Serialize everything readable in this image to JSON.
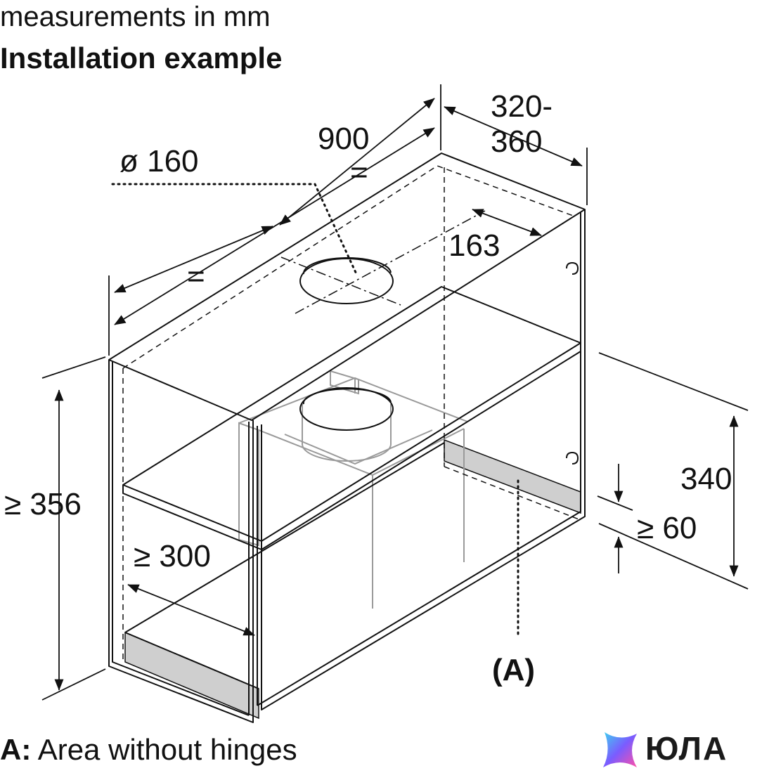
{
  "header": {
    "units_note": "measurements in mm",
    "title": "Installation example"
  },
  "dimensions": {
    "width": "900",
    "depth": "320-\n360",
    "duct_diameter": "ø 160",
    "duct_offset": "163",
    "equal_left": "=",
    "equal_top": "=",
    "min_height": "≥ 356",
    "min_depth": "≥ 300",
    "height": "340",
    "min_gap": "≥ 60",
    "area_marker": "(A)"
  },
  "legend": {
    "key": "A:",
    "text": "Area without hinges"
  },
  "brand": {
    "name": "ЮЛА"
  },
  "colors": {
    "line": "#111111",
    "fill_area": "#cfcfcf",
    "hood_outline": "#9a9a9a"
  }
}
